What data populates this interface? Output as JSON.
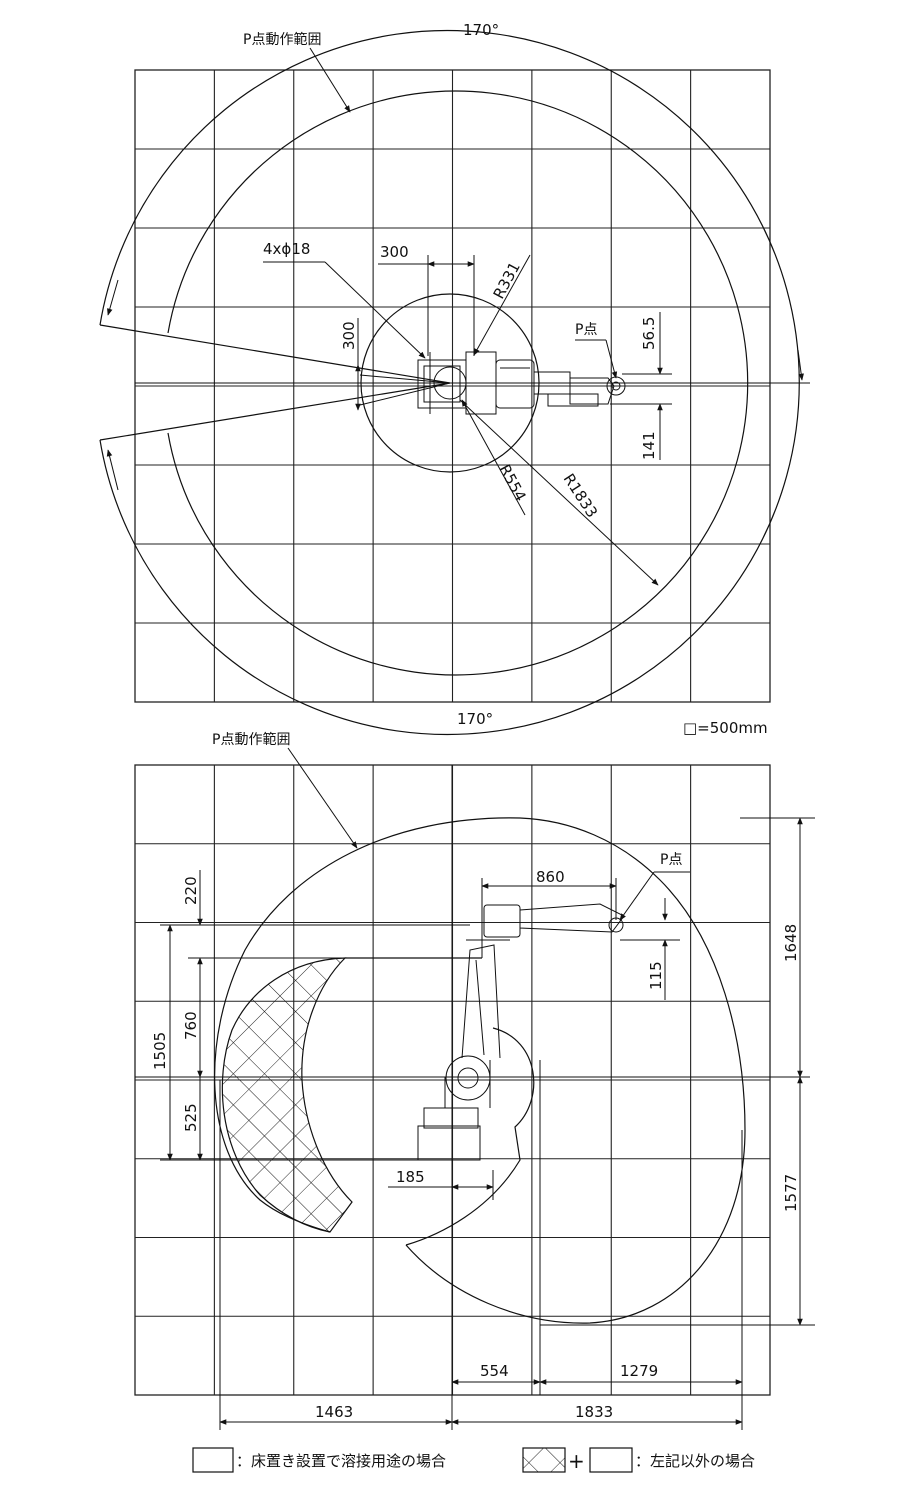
{
  "top_view": {
    "range_label": "P点動作範囲",
    "angle_top": "170°",
    "angle_bottom": "170°",
    "hole_label": "4xϕ18",
    "dim_300_h": "300",
    "dim_300_v": "300",
    "r331": "R331",
    "r554": "R554",
    "r1833": "R1833",
    "p_point": "P点",
    "dim_56_5": "56.5",
    "dim_141": "141"
  },
  "scale_label": "□=500mm",
  "side_view": {
    "range_label": "P点動作範囲",
    "p_point": "P点",
    "dim_860": "860",
    "dim_220": "220",
    "dim_1505": "1505",
    "dim_760": "760",
    "dim_525": "525",
    "dim_185": "185",
    "dim_115": "115",
    "dim_1648": "1648",
    "dim_1577": "1577",
    "dim_554": "554",
    "dim_1279": "1279",
    "dim_1463": "1463",
    "dim_1833": "1833"
  },
  "legend": {
    "floor_welding": "：床置き設置で溶接用途の場合",
    "plus": "+",
    "other": "：左記以外の場合"
  },
  "colors": {
    "line": "#111111",
    "background": "#ffffff"
  }
}
